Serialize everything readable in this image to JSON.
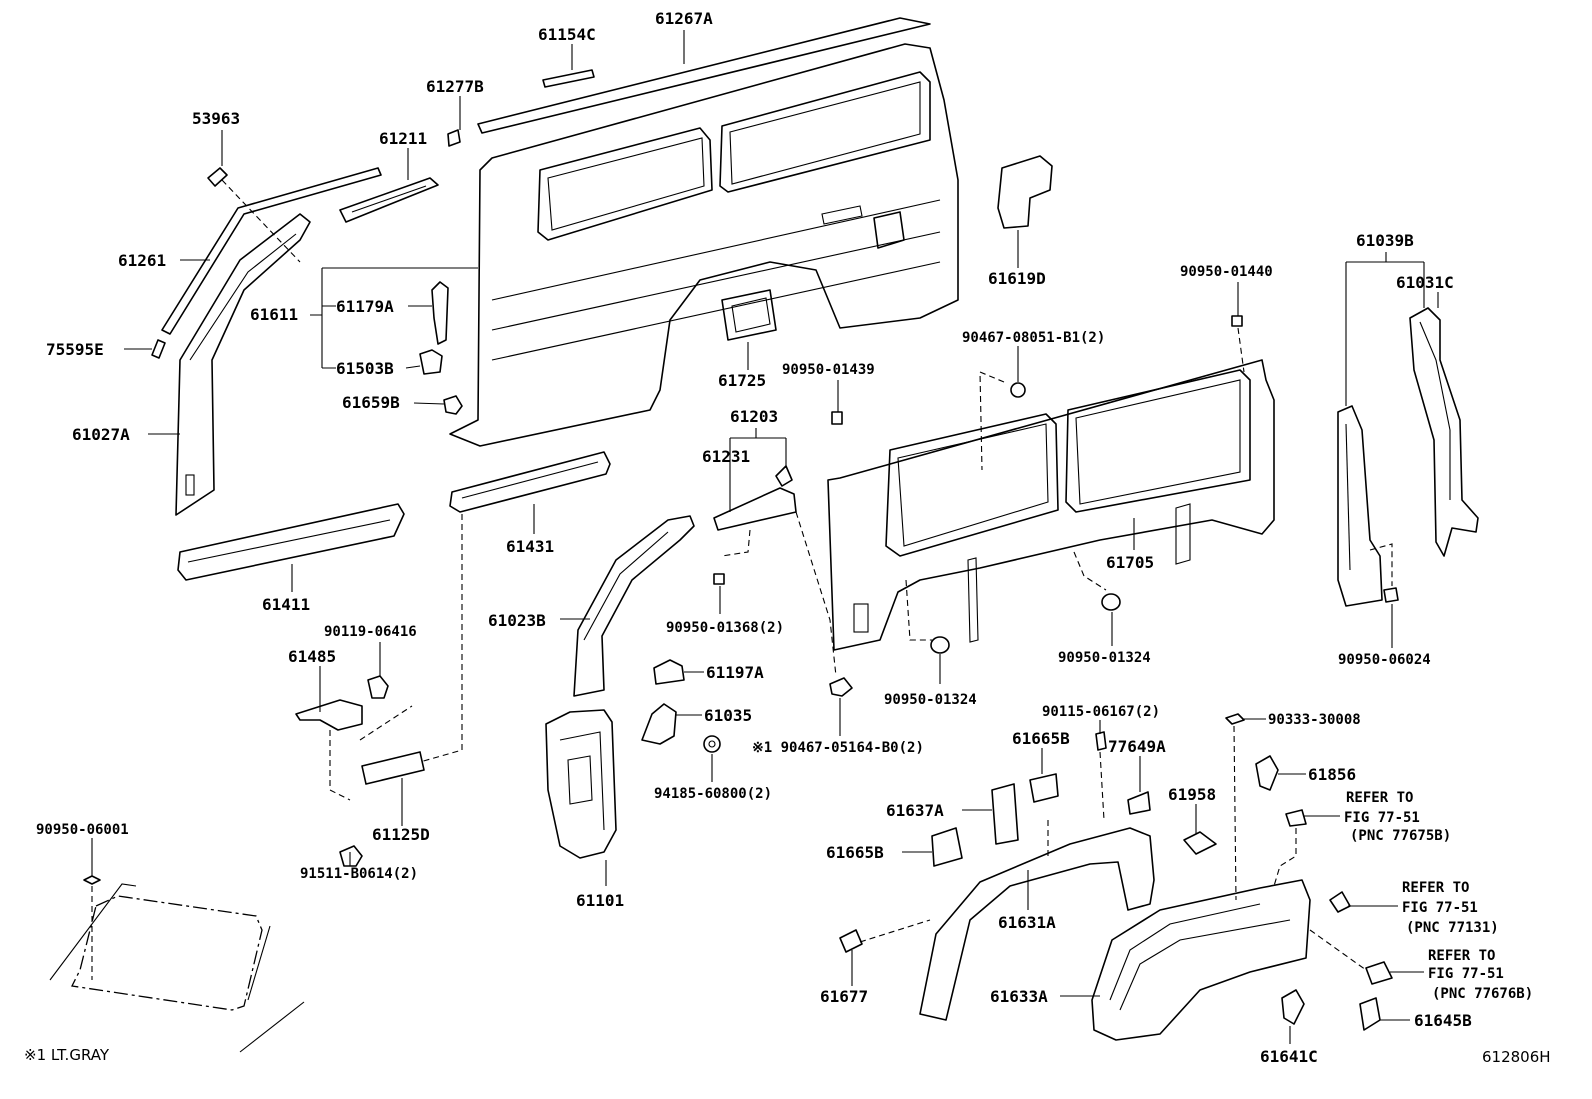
{
  "diagram": {
    "figure_code": "612806H",
    "footnote": "※1 LT.GRAY",
    "labels": {
      "p61267A": "61267A",
      "p61154C": "61154C",
      "p61277B": "61277B",
      "p53963": "53963",
      "p61211": "61211",
      "p61261": "61261",
      "p61611": "61611",
      "p61179A": "61179A",
      "p75595E": "75595E",
      "p61503B": "61503B",
      "p61659B": "61659B",
      "p61027A": "61027A",
      "p61725": "61725",
      "p61619D": "61619D",
      "p90950_01440": "90950-01440",
      "p61039B": "61039B",
      "p61031C": "61031C",
      "p90467_08051": "90467-08051-B1(2)",
      "p90950_01439": "90950-01439",
      "p61203": "61203",
      "p61231": "61231",
      "p61431": "61431",
      "p61411": "61411",
      "p61023B": "61023B",
      "p90950_01368": "90950-01368(2)",
      "p61705": "61705",
      "p90950_01324a": "90950-01324",
      "p90950_01324b": "90950-01324",
      "p90950_06024": "90950-06024",
      "p90119_06416": "90119-06416",
      "p61485": "61485",
      "p61197A": "61197A",
      "p61035": "61035",
      "p90467_05164": "※1 90467-05164-B0(2)",
      "p94185_60800": "94185-60800(2)",
      "p90115_06167": "90115-06167(2)",
      "p90333_30008": "90333-30008",
      "p61665Ba": "61665B",
      "p77649A": "77649A",
      "p61856": "61856",
      "p61637A": "61637A",
      "p61958": "61958",
      "p61665Bb": "61665B",
      "p90950_06001": "90950-06001",
      "p61125D": "61125D",
      "p91511_B0614": "91511-B0614(2)",
      "p61101": "61101",
      "p61631A": "61631A",
      "p61677": "61677",
      "p61633A": "61633A",
      "p61641C": "61641C",
      "p61645B": "61645B"
    },
    "refers": [
      {
        "l1": "REFER TO",
        "l2": "FIG 77-51",
        "l3": "(PNC 77675B)"
      },
      {
        "l1": "REFER TO",
        "l2": "FIG 77-51",
        "l3": "(PNC 77131)"
      },
      {
        "l1": "REFER TO",
        "l2": "FIG 77-51",
        "l3": "(PNC 77676B)"
      }
    ]
  }
}
